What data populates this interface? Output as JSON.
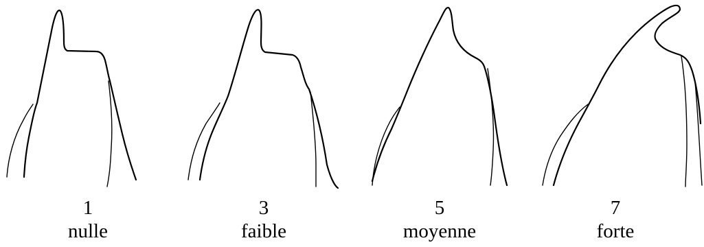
{
  "panels": [
    {
      "number": "1",
      "label": "nulle"
    },
    {
      "number": "3",
      "label": "faible"
    },
    {
      "number": "5",
      "label": "moyenne"
    },
    {
      "number": "7",
      "label": "forte"
    }
  ]
}
